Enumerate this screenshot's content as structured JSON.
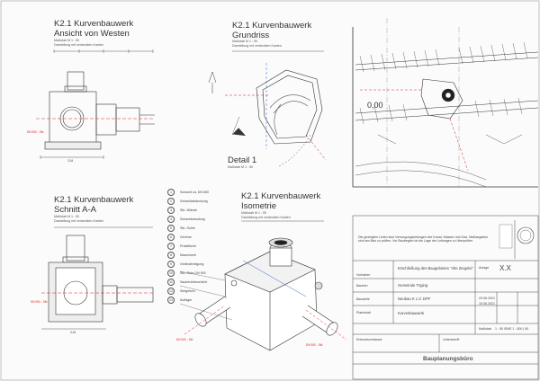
{
  "views": {
    "west": {
      "title": "K2.1 Kurvenbauwerk",
      "subtitle": "Ansicht von Westen",
      "scale": "Maßstab M 1 : 50",
      "note": "Darstellung mit verdeckten Kanten"
    },
    "plan": {
      "title": "K2.1 Kurvenbauwerk",
      "subtitle": "Grundriss",
      "scale": "Maßstab M 1 : 50",
      "note": "Darstellung mit verdeckten Kanten"
    },
    "section": {
      "title": "K2.1 Kurvenbauwerk",
      "subtitle": "Schnitt A-A",
      "scale": "Maßstab M 1 : 50",
      "note": "Darstellung mit verdeckten Kanten"
    },
    "iso": {
      "title": "K2.1 Kurvenbauwerk",
      "subtitle": "Isometrie",
      "scale": "Maßstab M 1 : 50",
      "note": "Darstellung mit verdeckten Kanten"
    },
    "detail": {
      "title": "Detail 1",
      "scale": "Maßstab M 1 : 50"
    }
  },
  "legend": [
    {
      "num": "1",
      "text": "Schacht ca. DN 800"
    },
    {
      "num": "2",
      "text": "Schachtabdeckung"
    },
    {
      "num": "3",
      "text": "Stb.-Wände"
    },
    {
      "num": "4",
      "text": "Schachtwandung"
    },
    {
      "num": "5",
      "text": "Stb.-Sohle"
    },
    {
      "num": "6",
      "text": "Gerinne"
    },
    {
      "num": "7",
      "text": "Pratzfläche"
    },
    {
      "num": "8",
      "text": "Mauerwerk"
    },
    {
      "num": "9",
      "text": "Geländeneigung"
    },
    {
      "num": "10",
      "text": "Stb.-Rohr DN 900"
    },
    {
      "num": "11",
      "text": "Sauberkeitsschicht"
    },
    {
      "num": "12",
      "text": "Steigeisen"
    },
    {
      "num": "13",
      "text": "Auflager"
    }
  ],
  "labels": {
    "pipe_in_west": "DN 900 - Stb",
    "pipe_in_section": "DN 900 - Stb",
    "pipe_iso_left": "DN 900 - Stb",
    "pipe_iso_right": "DN 900 - Stb",
    "site_level": "0,00",
    "dim_west": "3,34",
    "dim_section": "3,34"
  },
  "titleblock": {
    "notice": "Die gezeigten Linien sind Versorgungsleitungen wie Kanal, Wasser und Gas. Maßangaben sind am Bau zu prüfen. Vor Baubeginn ist die Lage der Leitungen zu überprüfen.",
    "project": "Erschließung des Baugebietes \"Alte Ziegelei\"",
    "project_label": "Vorhaben",
    "client_label": "Bauherr",
    "client": "Gemeinde Töging",
    "type_label": "Baustelle",
    "type": "Neubau K 1 d. DPF",
    "drawing_label": "Planinhalt",
    "drawing": "Kurvenbauwerk",
    "plan_no_label": "Anlage",
    "plan_no": "X.X",
    "scale_label": "Maßstab",
    "scale": "1 : 50 ISNE 1 : 500 | 50",
    "firm": "Bauplanungsbüro",
    "date1": "29.06.2021",
    "date2": "15.06.2021",
    "sig_label": "Unterschrift",
    "approved_label": "Entwurfsverfasser"
  }
}
